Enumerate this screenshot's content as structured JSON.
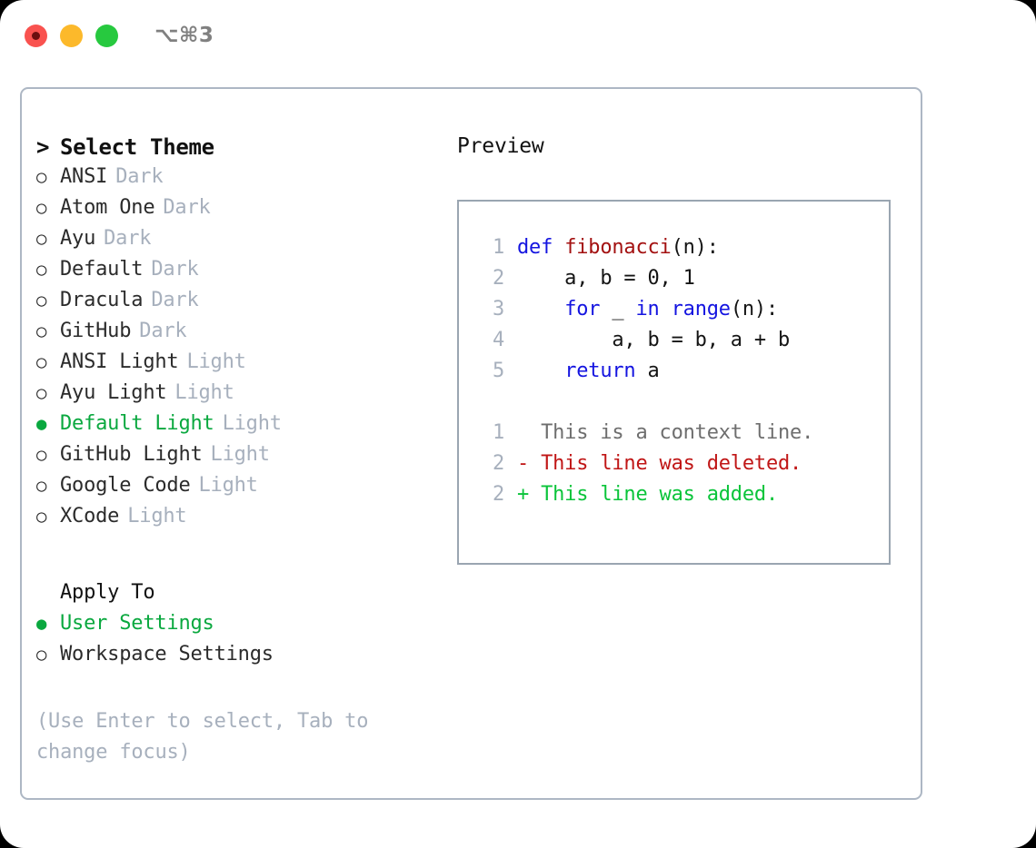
{
  "titlebar": {
    "lights": [
      {
        "name": "close",
        "color": "#f9524f"
      },
      {
        "name": "minimize",
        "color": "#fcb92b"
      },
      {
        "name": "maximize",
        "color": "#27c93f"
      }
    ],
    "shortcut": "⌥⌘3"
  },
  "theme_panel": {
    "caret": ">",
    "title": "Select Theme",
    "bullet_unselected": "○",
    "bullet_selected": "●",
    "options": [
      {
        "label": "ANSI",
        "tag": "Dark",
        "selected": false
      },
      {
        "label": "Atom One",
        "tag": "Dark",
        "selected": false
      },
      {
        "label": "Ayu",
        "tag": "Dark",
        "selected": false
      },
      {
        "label": "Default",
        "tag": "Dark",
        "selected": false
      },
      {
        "label": "Dracula",
        "tag": "Dark",
        "selected": false
      },
      {
        "label": "GitHub",
        "tag": "Dark",
        "selected": false
      },
      {
        "label": "ANSI Light",
        "tag": "Light",
        "selected": false
      },
      {
        "label": "Ayu Light",
        "tag": "Light",
        "selected": false
      },
      {
        "label": "Default Light",
        "tag": "Light",
        "selected": true
      },
      {
        "label": "GitHub Light",
        "tag": "Light",
        "selected": false
      },
      {
        "label": "Google Code",
        "tag": "Light",
        "selected": false
      },
      {
        "label": "XCode",
        "tag": "Light",
        "selected": false
      }
    ]
  },
  "apply_to": {
    "title": "Apply To",
    "options": [
      {
        "label": "User Settings",
        "selected": true
      },
      {
        "label": "Workspace Settings",
        "selected": false
      }
    ]
  },
  "hint": "(Use Enter to select, Tab to change focus)",
  "preview": {
    "title": "Preview",
    "code_lines": [
      {
        "num": "1",
        "tokens": [
          {
            "text": "def ",
            "cls": "kw"
          },
          {
            "text": "fibonacci",
            "cls": "fn"
          },
          {
            "text": "(n):",
            "cls": "code-text"
          }
        ]
      },
      {
        "num": "2",
        "tokens": [
          {
            "text": "    a, b = 0, 1",
            "cls": "code-text"
          }
        ]
      },
      {
        "num": "3",
        "tokens": [
          {
            "text": "    ",
            "cls": "code-text"
          },
          {
            "text": "for",
            "cls": "kw"
          },
          {
            "text": " _ ",
            "cls": "code-text"
          },
          {
            "text": "in range",
            "cls": "kw"
          },
          {
            "text": "(n):",
            "cls": "code-text"
          }
        ]
      },
      {
        "num": "4",
        "tokens": [
          {
            "text": "        a, b = b, a + b",
            "cls": "code-text"
          }
        ]
      },
      {
        "num": "5",
        "tokens": [
          {
            "text": "    ",
            "cls": "code-text"
          },
          {
            "text": "return",
            "cls": "kw"
          },
          {
            "text": " a",
            "cls": "code-text"
          }
        ]
      }
    ],
    "diff_lines": [
      {
        "num": "1",
        "tokens": [
          {
            "text": "  This is a context line.",
            "cls": "ctx"
          }
        ]
      },
      {
        "num": "2",
        "tokens": [
          {
            "text": "- This line was deleted.",
            "cls": "del"
          }
        ]
      },
      {
        "num": "2",
        "tokens": [
          {
            "text": "+ This line was added.",
            "cls": "add"
          }
        ]
      }
    ]
  },
  "colors": {
    "accent_green": "#0aa83f",
    "muted": "#a7b0bd",
    "keyword_blue": "#1414e0",
    "function_red": "#a31111",
    "diff_added": "#0ac43a",
    "diff_deleted": "#c01616",
    "border": "#adb7c4"
  }
}
